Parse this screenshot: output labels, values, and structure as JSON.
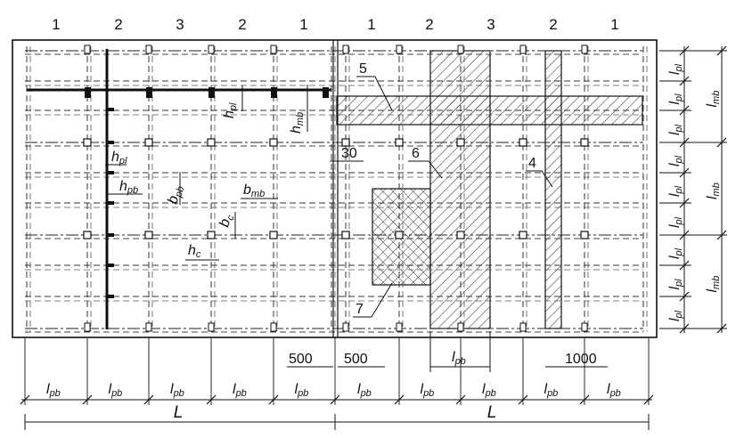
{
  "column_markers": [
    "1",
    "2",
    "3",
    "2",
    "1",
    "1",
    "2",
    "3",
    "2",
    "1"
  ],
  "callouts": [
    "5",
    "6",
    "4",
    "7"
  ],
  "offset_dimensions": [
    "30",
    "500",
    "500",
    "1000"
  ],
  "member_labels": {
    "h_pl": {
      "base": "h",
      "sub": "pl"
    },
    "h_mb": {
      "base": "h",
      "sub": "mb"
    },
    "h_pb": {
      "base": "h",
      "sub": "pb"
    },
    "b_pb": {
      "base": "b",
      "sub": "pb"
    },
    "b_mb": {
      "base": "b",
      "sub": "mb"
    },
    "b_c": {
      "base": "b",
      "sub": "c"
    },
    "h_c": {
      "base": "h",
      "sub": "c"
    }
  },
  "span_labels": {
    "l_pb": {
      "base": "l",
      "sub": "pb"
    },
    "l_pl": {
      "base": "l",
      "sub": "pl"
    },
    "l_mb": {
      "base": "l",
      "sub": "mb"
    }
  },
  "overall_length_label": "L"
}
